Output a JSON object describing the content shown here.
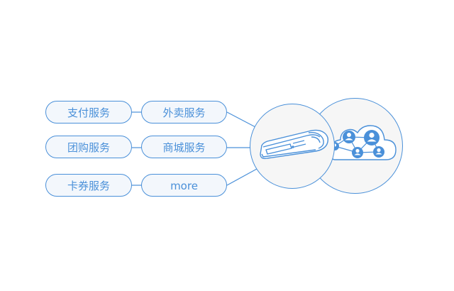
{
  "services": {
    "payment": "支付服务",
    "takeout": "外卖服务",
    "group_buy": "团购服务",
    "mall": "商城服务",
    "coupon": "卡券服务",
    "more": "more"
  },
  "icons": {
    "terminal": "pos-terminal-icon",
    "cloud": "cloud-network-icon",
    "user": "user-icon"
  },
  "colors": {
    "accent": "#4a90d9",
    "node_fill": "#4a90d9",
    "pill_fill": "#f3f7fc",
    "circle_fill": "#f6f6f6"
  }
}
